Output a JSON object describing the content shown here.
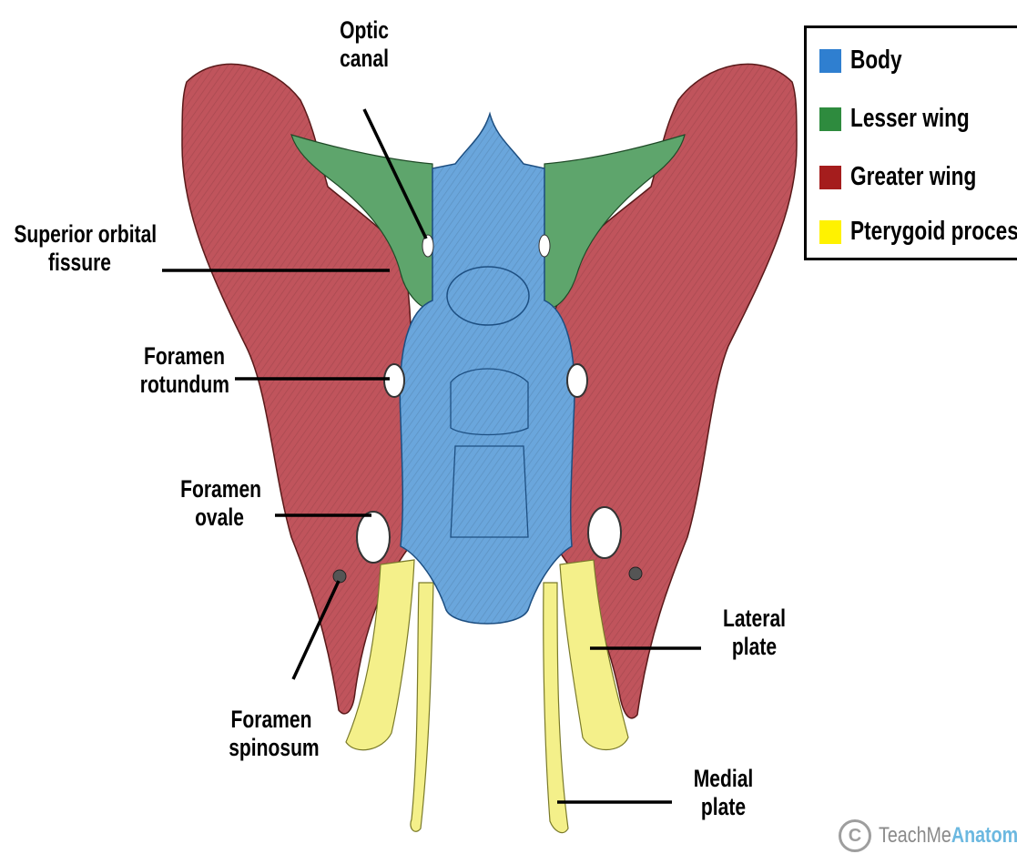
{
  "labels": {
    "optic_canal": [
      "Optic",
      "canal"
    ],
    "superior_orbital_fissure": [
      "Superior orbital",
      "fissure"
    ],
    "foramen_rotundum": [
      "Foramen",
      "rotundum"
    ],
    "foramen_ovale": [
      "Foramen",
      "ovale"
    ],
    "foramen_spinosum": [
      "Foramen",
      "spinosum"
    ],
    "lateral_plate": [
      "Lateral",
      "plate"
    ],
    "medial_plate": [
      "Medial",
      "plate"
    ]
  },
  "legend": [
    {
      "label": "Body",
      "color": "#2f7fd0"
    },
    {
      "label": "Lesser wing",
      "color": "#2e8b3e"
    },
    {
      "label": "Greater wing",
      "color": "#a51d1d"
    },
    {
      "label": "Pterygoid process",
      "color": "#fff200"
    }
  ],
  "colors": {
    "body": "#6aa6dc",
    "lesser_wing": "#5ea56c",
    "greater_wing": "#c0545c",
    "pterygoid": "#f4f08a",
    "outline": "#5a1a1a"
  },
  "watermark": {
    "prefix": "TeachMe",
    "brand": "Anatom",
    "symbol": "C"
  }
}
